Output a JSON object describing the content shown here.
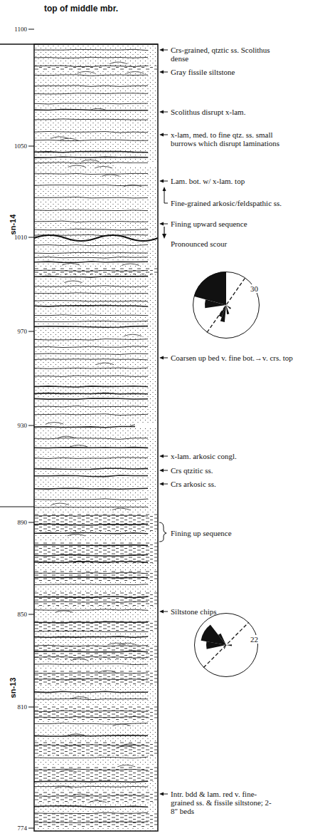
{
  "diagram": {
    "nodes": [
      {
        "text": [
          "30"
        ]
      },
      {
        "text": [
          "22"
        ]
      }
    ],
    "labels": [
      "top of middle mbr.",
      "1100",
      "1050",
      "1010",
      "970",
      "930",
      "890",
      "850",
      "810",
      "774",
      "sn-14",
      "sn-13",
      "Crs-grained, qtztic ss. Scolithus dense",
      "Gray fissile siltstone",
      "Scolithus disrupt x-lam.",
      "x-lam, med. to fine qtz. ss. small burrows which disrupt laminations",
      "Lam. bot. w/ x-lam. top",
      "Fine-grained arkosic/feldspathic ss.",
      "Fining upward sequence",
      "Pronounced scour",
      "Coarsen up bed v. fine bot.→v. crs. top",
      "x-lam. arkosic congl.",
      "Crs qtzitic ss.",
      "Crs arkosic ss.",
      "Fining up sequence",
      "Siltstone chips",
      "Intr. bdd & lam. red v. fine-grained ss. & fissile siltstone; 2-8″ beds"
    ]
  }
}
